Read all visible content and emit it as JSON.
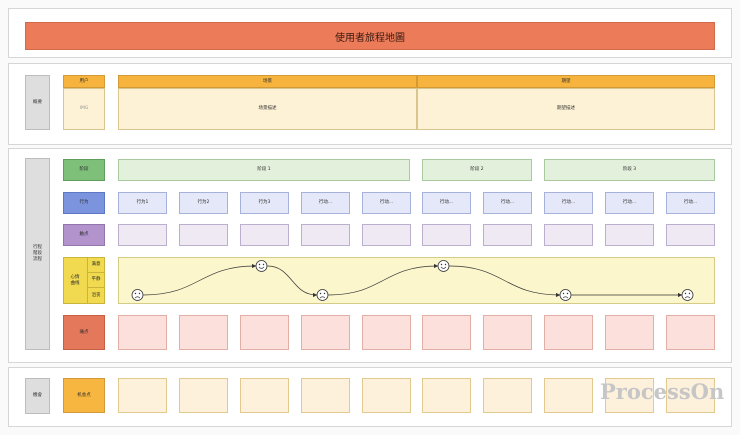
{
  "title": "使用者旅程地圖",
  "sections": {
    "persona": "概要",
    "journey": "行程\n階段\n流程",
    "opportunity": "機會"
  },
  "persona": {
    "user_label": "用户",
    "img_label": "IMG",
    "scenario_label": "场景",
    "scenario_desc": "场景描述",
    "expectation_label": "期望",
    "expectation_desc": "期望描述"
  },
  "row_labels": {
    "stage": "阶段",
    "action": "行为",
    "touchpoint": "触点",
    "emotion": "心情\n曲线",
    "pain": "痛点",
    "opportunity": "机会点"
  },
  "emotion_levels": [
    "满意",
    "平静",
    "沮丧"
  ],
  "stages": [
    "阶段 1",
    "阶段 2",
    "阶段 3"
  ],
  "actions": [
    "行为1",
    "行为2",
    "行为3",
    "行动...",
    "行动...",
    "行动...",
    "行动...",
    "行动...",
    "行动...",
    "行动..."
  ],
  "emotion_curve": [
    {
      "column": 1,
      "mood": "sad"
    },
    {
      "column": 3,
      "mood": "happy"
    },
    {
      "column": 4,
      "mood": "sad"
    },
    {
      "column": 6,
      "mood": "happy"
    },
    {
      "column": 8,
      "mood": "sad"
    },
    {
      "column": 10,
      "mood": "sad"
    }
  ],
  "watermark": "ProcessOn",
  "colors": {
    "title": "#ec7b5a",
    "persona": "#f6b33d",
    "stage": "#7ebf7a",
    "action": "#7b94dd",
    "touchpoint": "#b293cc",
    "emotion": "#f1da4f",
    "pain": "#e4785a",
    "opportunity": "#f7b640"
  }
}
